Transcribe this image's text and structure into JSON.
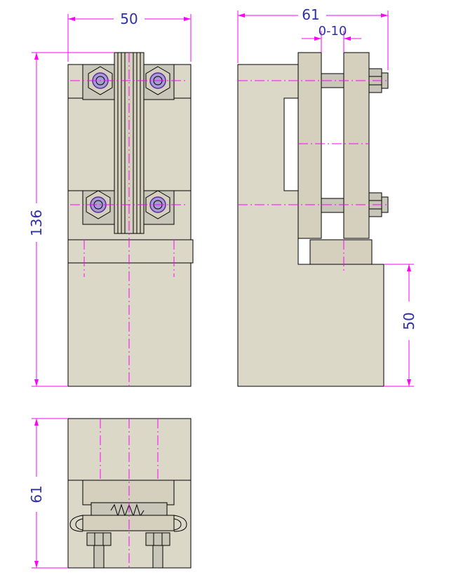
{
  "dimensions": {
    "front_width": "50",
    "front_height": "136",
    "side_width": "61",
    "side_gap": "0-10",
    "side_base_height": "50",
    "bottom_depth": "61"
  },
  "colors": {
    "dimension_line": "#ff00ff",
    "dimension_text": "#2f2fa8",
    "part_fill": "#dcd8c8",
    "outline": "#000000"
  }
}
